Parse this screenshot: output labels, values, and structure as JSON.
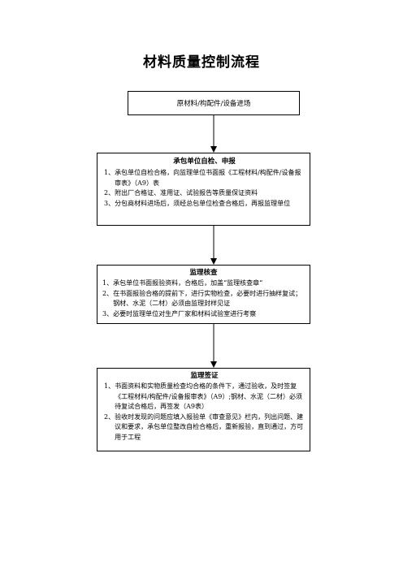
{
  "title": "材料质量控制流程",
  "steps": [
    {
      "text": "原材料/构配件/设备进场"
    },
    {
      "heading": "承包单位自检、申报",
      "items": [
        {
          "num": "1、",
          "text": "承包单位自检合格，向监理单位书面报《工程材料/构配件/设备报审表》（A9）表"
        },
        {
          "num": "2、",
          "text": "附出厂合格证、准用证、试验报告等质量保证资料"
        },
        {
          "num": "3、",
          "text": "分包商材料进场后，须经总包单位检查合格后，再报监理单位"
        }
      ]
    },
    {
      "heading": "监理核查",
      "items": [
        {
          "num": "1、",
          "text": "承包单位书面报验资料，合格后，加盖“监理核查章“"
        },
        {
          "num": "2、",
          "text": "在书面报验合格的提前下，进行实物检查，必要时进行抽样复试；钢材、水泥（二材）必须由监理封样见证"
        },
        {
          "num": "3、",
          "text": "必要时监理单位对生产厂家和材料试验室进行考察"
        }
      ]
    },
    {
      "heading": "监理签证",
      "items": [
        {
          "num": "1、",
          "text": "书面资料和实物质量检查均合格的条件下，通过验收，及时签复《工程材料/构配件/设备报审表》（A9）;钢材、水泥（二材）必须待复试合格后，再签发（A9表）"
        },
        {
          "num": "2、",
          "text": "验收时发现的问题应填入报验单《审查意见》栏内，列出问题、建议和要求，承包单位整改自检合格后，重新报验，直到通过，方可用于工程"
        }
      ]
    }
  ]
}
